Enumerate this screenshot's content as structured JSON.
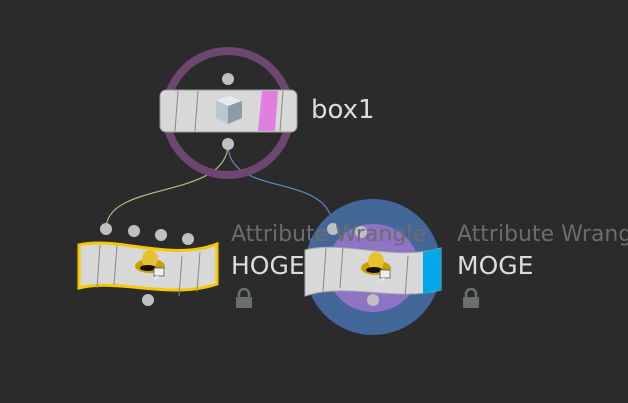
{
  "nodes": [
    {
      "id": "box1",
      "name": "box1",
      "type": "",
      "icon": "box-cube-icon",
      "flag_color": "#e07fe0",
      "ring_color": "#6e4770"
    },
    {
      "id": "hoge",
      "name": "HOGE",
      "type": "Attribute Wrangle",
      "icon": "wrangle-cowboy-hat-icon",
      "selected_outline": "#f5c800",
      "locked": true
    },
    {
      "id": "moge",
      "name": "MOGE",
      "type": "Attribute Wrangle",
      "icon": "wrangle-cowboy-hat-icon",
      "flag_color": "#00a8e8",
      "outer_ring": "#44679a",
      "inner_ring": "#8e74c4",
      "locked": true
    }
  ],
  "connections": [
    {
      "from": "box1",
      "to": "hoge",
      "color": "#a8c080"
    },
    {
      "from": "box1",
      "to": "moge",
      "color": "#5a8cc8"
    }
  ]
}
